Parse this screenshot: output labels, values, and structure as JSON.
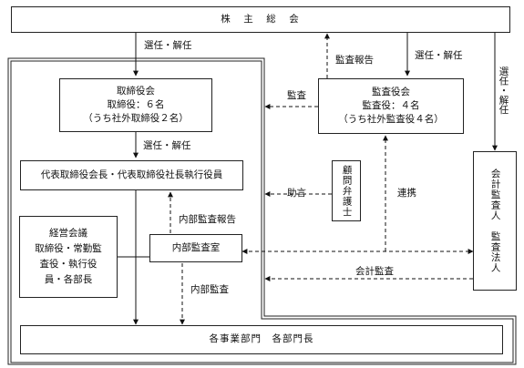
{
  "nodes": {
    "shareholders": "株　主　総　会",
    "board": [
      "取締役会",
      "取締役：６名",
      "（うち社外取締役２名）"
    ],
    "auditors": [
      "監査役会",
      "監査役：４名",
      "（うち社外監査役４名）"
    ],
    "representatives": "代表取締役会長・代表取締役社長執行役員",
    "legal_counsel": "顧問弁護士",
    "management_meeting": [
      "経営会議",
      "取締役・常勤監",
      "査役・執行役",
      "員・各部長"
    ],
    "internal_audit_office": "内部監査室",
    "accounting_auditor": "会計監査人　監査法人",
    "departments": "各事業部門　各部門長"
  },
  "edges": {
    "elect_dismiss_board": "選任・解任",
    "elect_dismiss_auditors": "選任・解任",
    "elect_dismiss_accounting": "選任・解任",
    "audit_report": "監査報告",
    "audit": "監査",
    "elect_dismiss_reps": "選任・解任",
    "advice": "助言",
    "coordination": "連携",
    "internal_audit_report": "内部監査報告",
    "internal_audit": "内部監査",
    "accounting_audit": "会計監査"
  }
}
